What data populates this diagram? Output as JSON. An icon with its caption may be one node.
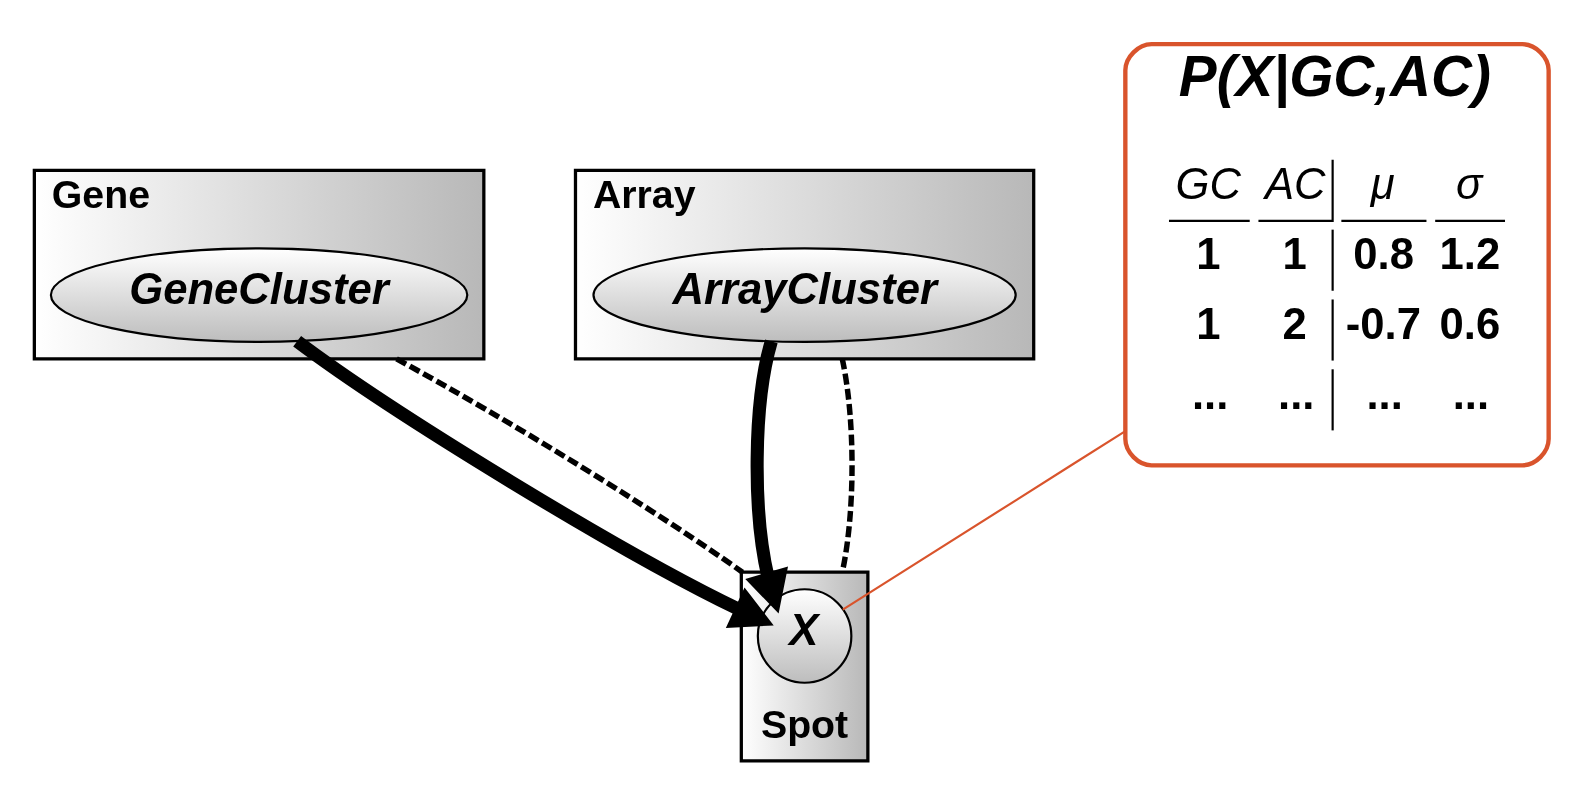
{
  "diagram": {
    "nodes": [
      {
        "text": [
          "Gene"
        ]
      },
      {
        "text": [
          "GeneCluster"
        ],
        "in": 0
      },
      {
        "text": [
          "Array"
        ]
      },
      {
        "text": [
          "ArrayCluster"
        ],
        "in": 2
      },
      {
        "text": [
          "Spot"
        ]
      },
      {
        "text": [
          "X"
        ],
        "in": 4
      },
      {
        "text": [
          "P(X|GC,AC)"
        ]
      }
    ],
    "edges": [
      {
        "from": 1,
        "to": 5,
        "arrow": "to",
        "style": "thick"
      },
      {
        "from": 3,
        "to": 5,
        "arrow": "to",
        "style": "thick"
      },
      {
        "from": 0,
        "to": 4,
        "arrow": "none",
        "style": "dashed"
      },
      {
        "from": 2,
        "to": 4,
        "arrow": "none",
        "style": "dashed"
      },
      {
        "from": 6,
        "to": 5,
        "arrow": "none",
        "color": "#d9542c"
      }
    ],
    "labels": [
      "GC",
      "AC",
      "μ",
      "σ",
      "1",
      "1",
      "0.8",
      "1.2",
      "1",
      "2",
      "-0.7",
      "0.6",
      "...",
      "...",
      "...",
      "..."
    ]
  }
}
